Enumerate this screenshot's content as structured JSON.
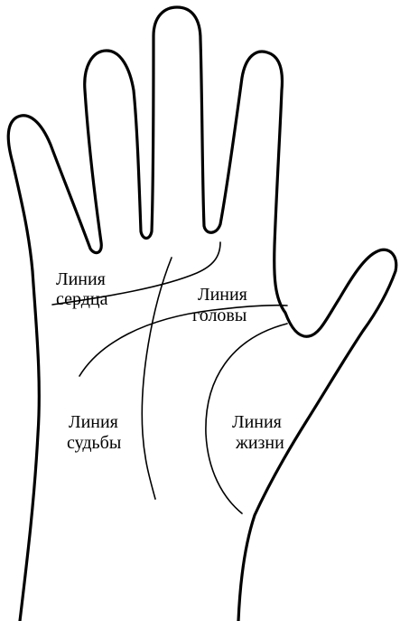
{
  "labels": {
    "heart_line": {
      "line1": "Линия",
      "line2": "сердца"
    },
    "head_line": {
      "line1": "Линия",
      "line2": "головы"
    },
    "fate_line": {
      "line1": "Линия",
      "line2": "судьбы"
    },
    "life_line": {
      "line1": "Линия",
      "line2": "жизни"
    }
  }
}
